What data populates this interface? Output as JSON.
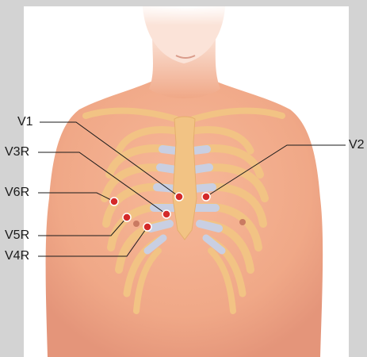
{
  "figure": {
    "electrodes": [
      {
        "id": "v1",
        "label": "V1"
      },
      {
        "id": "v3r",
        "label": "V3R"
      },
      {
        "id": "v6r",
        "label": "V6R"
      },
      {
        "id": "v5r",
        "label": "V5R"
      },
      {
        "id": "v4r",
        "label": "V4R"
      },
      {
        "id": "v2",
        "label": "V2"
      }
    ],
    "colors": {
      "background": "#d3d3d3",
      "panel": "#ffffff",
      "skin": "#f0a887",
      "skin_shadow": "#e28d6f",
      "rib_bone": "#f2c384",
      "cartilage": "#c9cfe2",
      "electrode": "#d42a2a",
      "leader_line": "#1a1a1a"
    }
  }
}
